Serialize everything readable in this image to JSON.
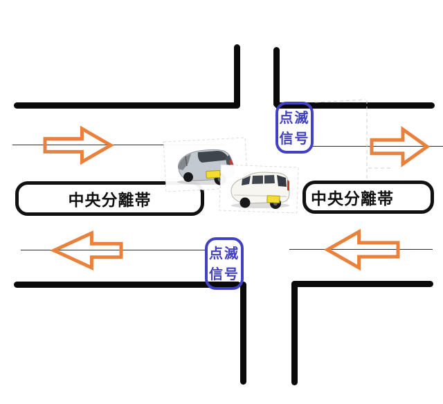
{
  "labels": {
    "median_left": "中央分離帯",
    "median_right": "中央分離帯",
    "signal_top": {
      "line1": "点滅",
      "line2": "信号"
    },
    "signal_bottom": {
      "line1": "点滅",
      "line2": "信号"
    }
  },
  "colors": {
    "road_line": "#0a0a0a",
    "lane_line": "#2b2b2b",
    "arrow_orange": "#e8813c",
    "signal_blue": "#4141c1",
    "median_border": "#111111",
    "car_silver": "#c2c9cf",
    "car_white": "#f8f6f0",
    "license_plate_yellow": "#f3dd30",
    "taillight_red": "#c43b30"
  },
  "arrows": [
    {
      "position": "upper-left-lane",
      "direction": "right"
    },
    {
      "position": "upper-right-lane",
      "direction": "right"
    },
    {
      "position": "lower-left-lane",
      "direction": "left"
    },
    {
      "position": "lower-right-lane",
      "direction": "left"
    }
  ],
  "vehicles": [
    {
      "name": "silver-hatchback",
      "color": "silver",
      "view": "rear-three-quarter",
      "facing": "left"
    },
    {
      "name": "white-minivan",
      "color": "white",
      "view": "rear-three-quarter",
      "facing": "left"
    }
  ]
}
